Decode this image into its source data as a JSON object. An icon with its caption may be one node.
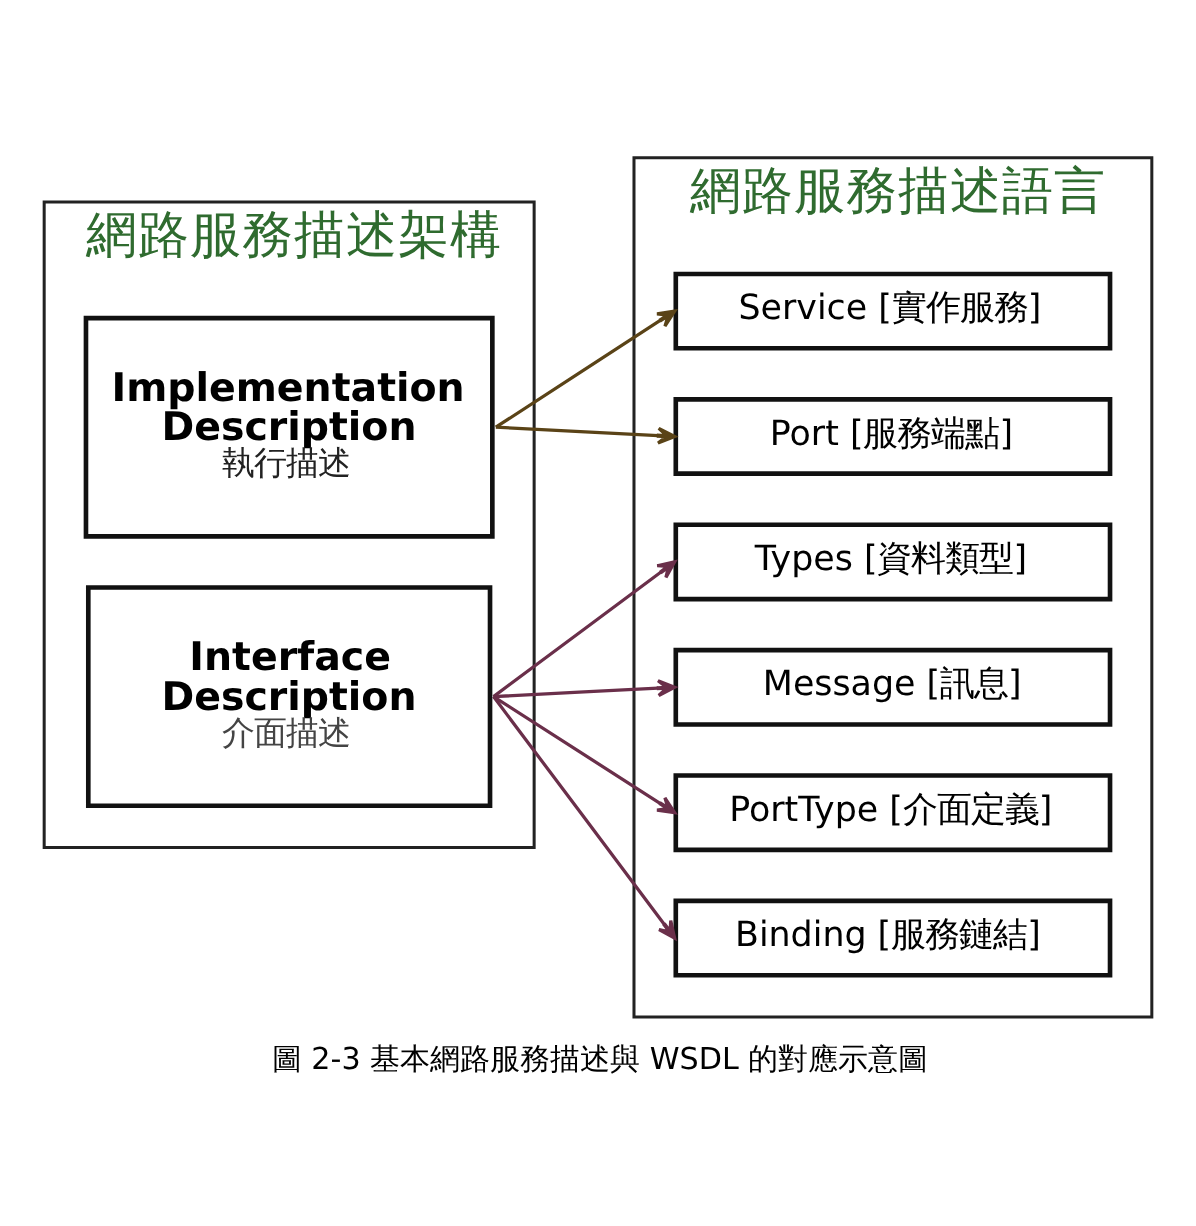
{
  "diagram": {
    "caption": "圖 2-3 基本網路服務描述與 WSDL 的對應示意圖",
    "nodes": [
      {
        "text": [
          "網路服務描述架構"
        ]
      },
      {
        "text": [
          "Implementation Description",
          "執行描述"
        ],
        "in": 0
      },
      {
        "text": [
          "Interface Description",
          "介面描述"
        ],
        "in": 0
      },
      {
        "text": [
          "網路服務描述語言"
        ]
      },
      {
        "text": [
          "Service [實作服務]"
        ],
        "in": 3
      },
      {
        "text": [
          "Port [服務端點]"
        ],
        "in": 3
      },
      {
        "text": [
          "Types [資料類型]"
        ],
        "in": 3
      },
      {
        "text": [
          "Message [訊息]"
        ],
        "in": 3
      },
      {
        "text": [
          "PortType [介面定義]"
        ],
        "in": 3
      },
      {
        "text": [
          "Binding [服務鏈結]"
        ],
        "in": 3
      }
    ],
    "edges": [
      {
        "from": 1,
        "to": 4,
        "arrow": "to",
        "color": "#5a4317"
      },
      {
        "from": 1,
        "to": 5,
        "arrow": "to",
        "color": "#5a4317"
      },
      {
        "from": 2,
        "to": 6,
        "arrow": "to"
      },
      {
        "from": 2,
        "to": 7,
        "arrow": "to"
      },
      {
        "from": 2,
        "to": 8,
        "arrow": "to"
      },
      {
        "from": 2,
        "to": 9,
        "arrow": "to"
      }
    ]
  }
}
